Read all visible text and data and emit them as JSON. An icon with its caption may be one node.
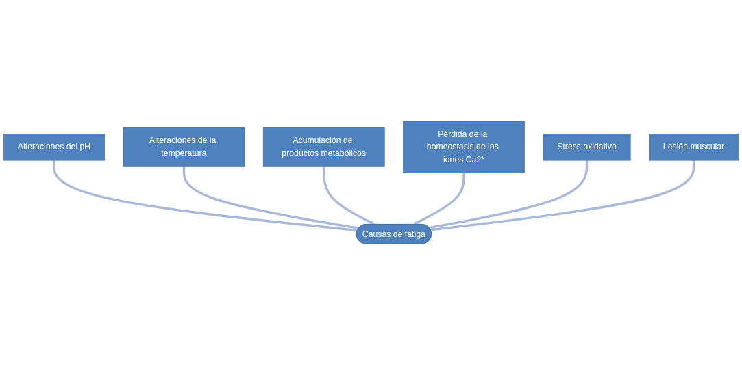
{
  "diagram": {
    "nodes": [
      {
        "text": [
          "Acumulación de productos metabólicos"
        ]
      },
      {
        "text": [
          "Pérdida de la homeostasis de los iones Ca2*"
        ]
      },
      {
        "text": [
          "Alteraciones de la temperatura"
        ]
      },
      {
        "text": [
          "Stress oxidativo"
        ]
      },
      {
        "text": [
          "Alteraciones del pH"
        ]
      },
      {
        "text": [
          "Causas de fatiga"
        ]
      },
      {
        "text": [
          "Lesión muscular"
        ]
      }
    ],
    "edges": [
      {
        "from": 4,
        "to": 5,
        "arrow": "to"
      },
      {
        "from": 2,
        "to": 5,
        "arrow": "to"
      },
      {
        "from": 0,
        "to": 5,
        "arrow": "to"
      },
      {
        "from": 1,
        "to": 5,
        "arrow": "to"
      },
      {
        "from": 3,
        "to": 5,
        "arrow": "to"
      },
      {
        "from": 6,
        "to": 5,
        "arrow": "to"
      }
    ]
  }
}
